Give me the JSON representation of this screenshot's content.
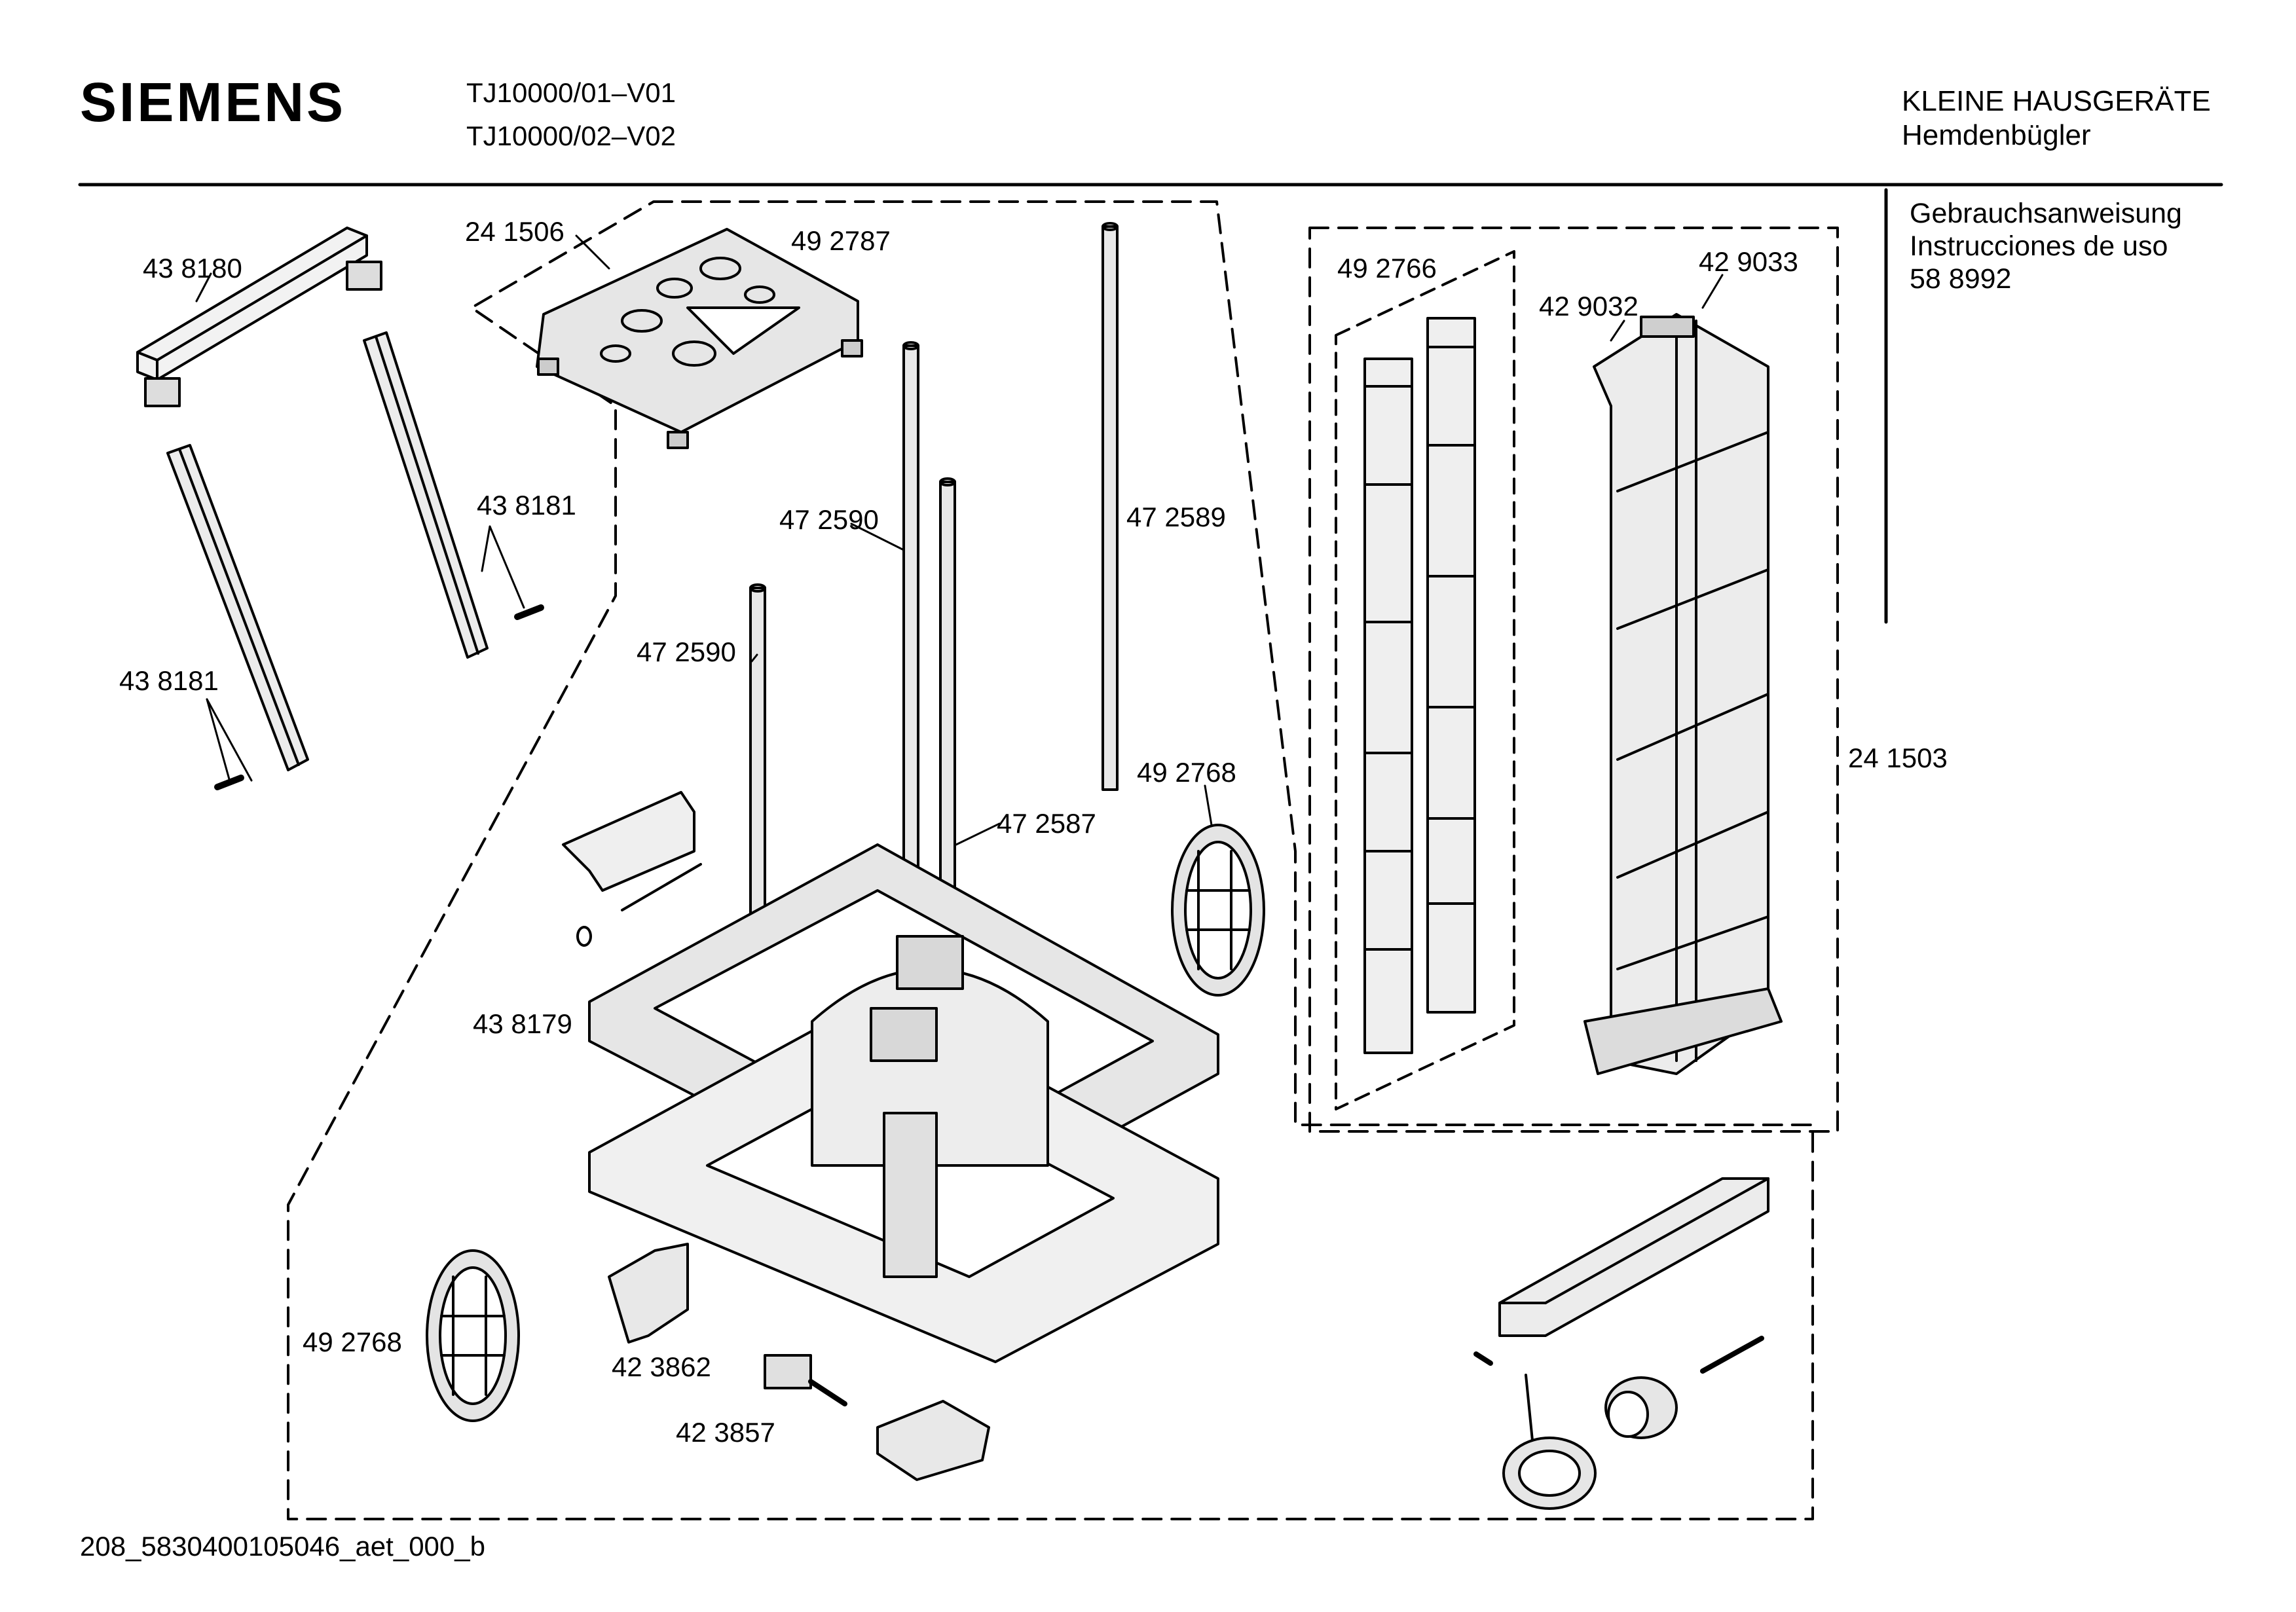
{
  "header": {
    "brand": "SIEMENS",
    "models": [
      "TJ10000/01–V01",
      "TJ10000/02–V02"
    ],
    "category": "KLEINE HAUSGERÄTE",
    "product": "Hemdenbügler"
  },
  "documents": {
    "line1": "Gebrauchsanweisung",
    "line2": "Instrucciones de uso",
    "number": "58 8992"
  },
  "parts": {
    "p438180": "43 8180",
    "p438181a": "43 8181",
    "p438181b": "43 8181",
    "p241506": "24 1506",
    "p492787": "49 2787",
    "p472590a": "47 2590",
    "p472590b": "47 2590",
    "p472589": "47 2589",
    "p472587": "47 2587",
    "p492768a": "49 2768",
    "p492768b": "49 2768",
    "p438179": "43 8179",
    "p423862": "42 3862",
    "p423857": "42 3857",
    "p492766": "49 2766",
    "p429032": "42 9032",
    "p429033": "42 9033",
    "p241503": "24 1503"
  },
  "footer": {
    "code": "208_5830400105046_aet_000_b"
  }
}
